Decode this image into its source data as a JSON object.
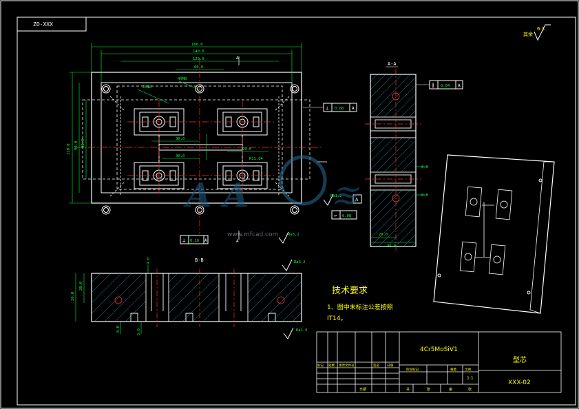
{
  "drawing_code": "ZO-XXX",
  "roughness_note": "其余",
  "roughness_value": "6.3",
  "section_aa_label": "A-A",
  "section_bb_label": "B-B",
  "tech_requirements": {
    "title": "技术要求",
    "line1": "1、图中未标注公差按照",
    "line2": "IT14。"
  },
  "title_block": {
    "material": "4Cr5MoSiV1",
    "part_name": "型芯",
    "drawing_number": "XXX-02",
    "scale": "1:1",
    "hdr_mark": "标记",
    "hdr_count": "处数",
    "hdr_zone": "更改文件号",
    "hdr_sign": "签名",
    "hdr_date": "日期",
    "stage_mark": "阶段标记",
    "weight": "重量",
    "ratio": "比例",
    "sheets": "共",
    "sheet": "张",
    "sheet_no": "第",
    "approve": "日期"
  },
  "dims": {
    "d180": "180.0",
    "d140": "140.0",
    "d120": "120.0",
    "d60": "60.0",
    "d110": "110.0",
    "d90": "90.0",
    "d80": "80.0",
    "d30": "30.0",
    "d20": "20.0",
    "d8": "8.0",
    "d26": "26.0",
    "d5": "5.0",
    "d4": "4.0",
    "hole_note1": "2XΦ8",
    "hole_note2": "4XM8",
    "hole_note3": "R11.04"
  },
  "tolerances": {
    "perp": "0.08",
    "par": "0.04",
    "flat": "0.08",
    "pos": "0.16",
    "datum_a": "A"
  },
  "roughness_marks": [
    "Ra1.2",
    "Ra3.2",
    "Ra3.2",
    "Ra1.6"
  ],
  "watermark": "www.mfcad.com"
}
